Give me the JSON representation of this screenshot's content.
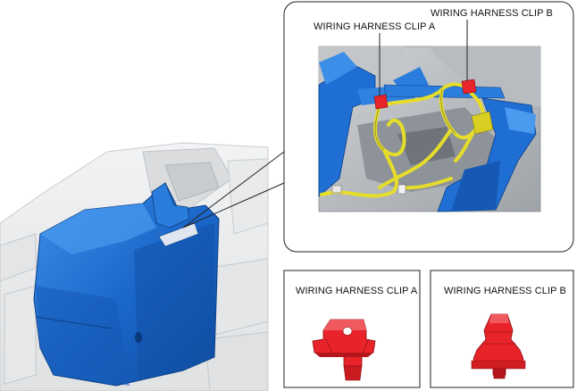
{
  "callout": {
    "clip_a_label": "WIRING HARNESS CLIP A",
    "clip_b_label": "WIRING HARNESS CLIP B"
  },
  "detail_a": {
    "label": "WIRING HARNESS CLIP A"
  },
  "detail_b": {
    "label": "WIRING HARNESS CLIP B"
  },
  "colors": {
    "console_blue": "#1e6fd0",
    "clip_red": "#e8232a",
    "harness_yellow": "#e6dd2a",
    "outline": "#222222"
  }
}
